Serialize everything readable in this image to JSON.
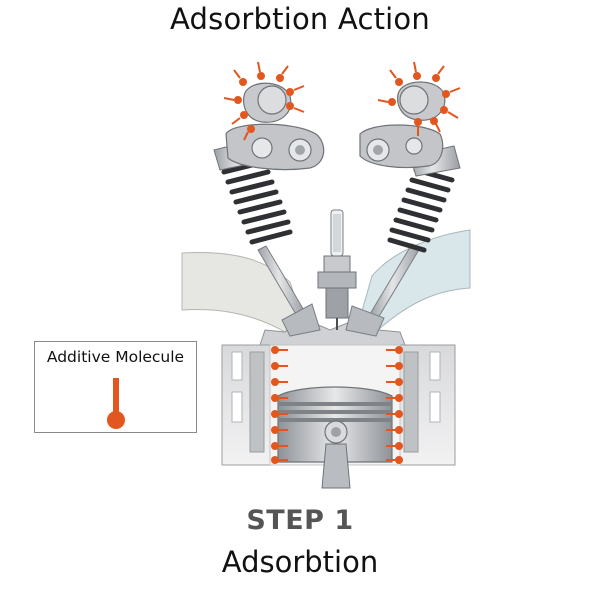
{
  "title": "Adsorbtion Action",
  "legend": {
    "label": "Additive Molecule",
    "icon": "molecule-icon"
  },
  "step": {
    "number_label": "STEP 1",
    "name": "Adsorbtion"
  },
  "colors": {
    "molecule": "#e2571f",
    "metal": "#c9cbce",
    "metal_dark": "#8f9398",
    "port_left": "#e6e6e3",
    "port_right": "#d9e6ea",
    "text": "#111111",
    "step_text": "#555555"
  }
}
